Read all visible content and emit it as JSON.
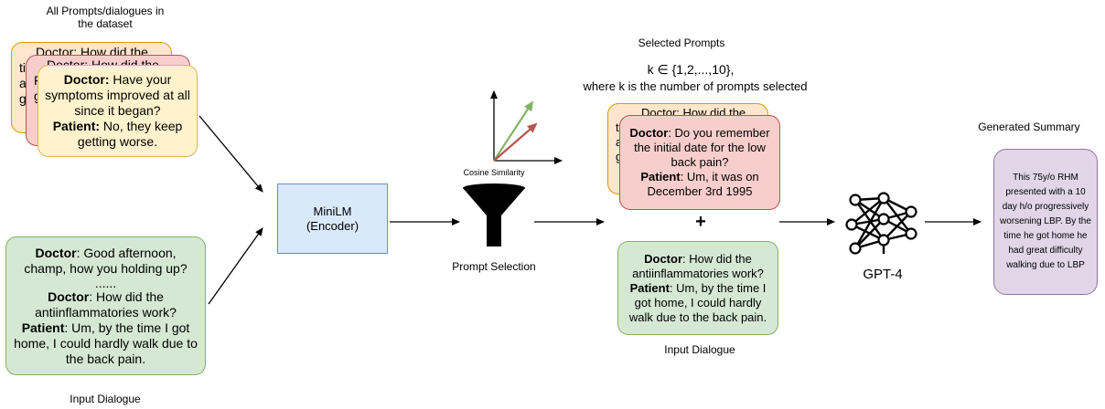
{
  "labels": {
    "all_prompts": [
      "All Prompts/dialogues in",
      "the dataset"
    ],
    "selected_prompts": "Selected Prompts",
    "k_formula": "k ∈ {1,2,...,10},",
    "k_desc": "where k is the number of prompts selected",
    "generated_summary": "Generated Summary",
    "cosine_similarity": "Cosine Similarity",
    "prompt_selection": "Prompt Selection",
    "input_dialogue_left": "Input Dialogue",
    "input_dialogue_middle": "Input Dialogue",
    "gpt4": "GPT-4",
    "plus": "+"
  },
  "encoder": {
    "line1": "MiniLM",
    "line2": "(Encoder)"
  },
  "dataset_stack": {
    "back_card_fragments": [
      "Doctor: How did the",
      "ti",
      "ar",
      "P",
      "g",
      "g"
    ],
    "middle_card_fragments": [
      "Doctor: How did the"
    ],
    "front_card": {
      "doctor_label": "Doctor:",
      "doctor_text": [
        "Have your",
        "symptoms improved at all",
        "since it began?"
      ],
      "patient_label": "Patient:",
      "patient_text": [
        "No, they keep",
        "getting worse."
      ]
    }
  },
  "input_dialogue_card": {
    "doctor1_label": "Doctor",
    "doctor1_text": [
      ": Good afternoon,",
      "champ, how you holding up?"
    ],
    "ellipsis": "......",
    "doctor2_label": "Doctor",
    "doctor2_text": [
      ": How did the",
      "antiinflammatories work?"
    ],
    "patient_label": "Patient",
    "patient_text": [
      ": Um, by the time I got",
      "home, I could hardly walk due to",
      "the back pain."
    ]
  },
  "selected_stack": {
    "back_card_fragments": [
      "Doctor: How did the",
      "t",
      "a",
      "g"
    ],
    "front_card": {
      "doctor_label": "Doctor",
      "doctor_text": [
        ": Do you remember",
        "the initial date for the low",
        "back pain?"
      ],
      "patient_label": "Patient",
      "patient_text": [
        ": Um, it was on",
        "December 3rd 1995"
      ]
    }
  },
  "middle_input_card": {
    "doctor_label": "Doctor",
    "doctor_text": [
      ": How did the",
      "antiinflammatories work?"
    ],
    "patient_label": "Patient",
    "patient_text": [
      ": Um, by the time I",
      "got home, I could hardly",
      "walk due to the back pain."
    ]
  },
  "summary_card": {
    "lines": [
      "This 75y/o RHM",
      "presented with a 10",
      "day h/o progressively",
      "worsening LBP. By the",
      "time he got home he",
      "had great difficulty",
      "walking due to LBP"
    ]
  },
  "colors": {
    "yellow_fill": "#fff2cc",
    "orange_fill": "#ffe6cc",
    "red_fill": "#f8cecc",
    "green_fill": "#d5e8d4",
    "purple_fill": "#e1d5e7",
    "blue_fill": "#dae8fc",
    "vector_green": "#82b366",
    "vector_red": "#b85450"
  }
}
